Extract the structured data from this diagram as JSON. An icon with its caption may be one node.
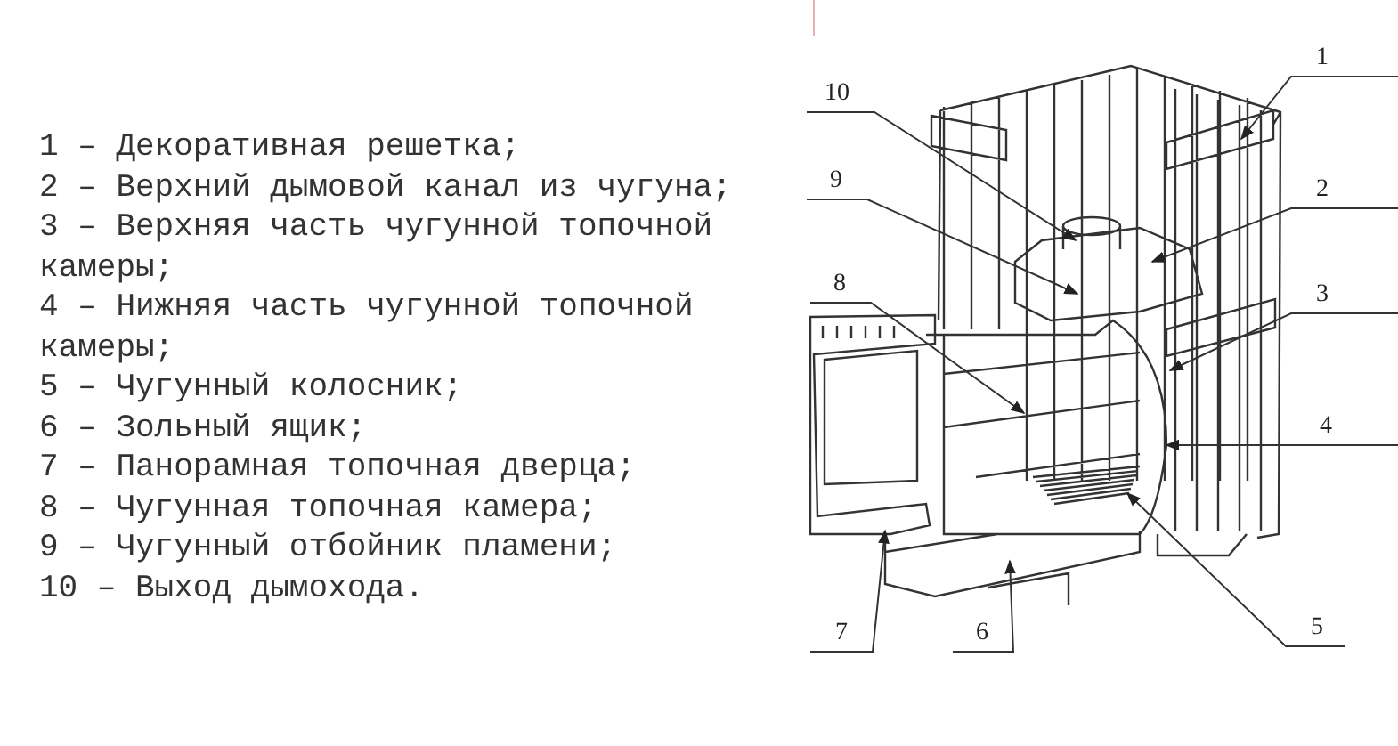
{
  "diagram": {
    "nodes": [
      {
        "text": [
          "1"
        ]
      },
      {
        "text": [
          "2"
        ]
      },
      {
        "text": [
          "3"
        ]
      },
      {
        "text": [
          "4"
        ]
      },
      {
        "text": [
          "5"
        ]
      },
      {
        "text": [
          "6"
        ]
      },
      {
        "text": [
          "7"
        ]
      },
      {
        "text": [
          "8"
        ]
      },
      {
        "text": [
          "9"
        ]
      },
      {
        "text": [
          "10"
        ]
      }
    ],
    "edges": [
      {
        "from": 0,
        "to": null,
        "arrow": "to"
      },
      {
        "from": 1,
        "to": null,
        "arrow": "to"
      },
      {
        "from": 2,
        "to": null,
        "arrow": "to"
      },
      {
        "from": 3,
        "to": null,
        "arrow": "to"
      },
      {
        "from": 4,
        "to": null,
        "arrow": "to"
      },
      {
        "from": 5,
        "to": null,
        "arrow": "to"
      },
      {
        "from": 6,
        "to": null,
        "arrow": "to"
      },
      {
        "from": 7,
        "to": null,
        "arrow": "to"
      },
      {
        "from": 8,
        "to": null,
        "arrow": "to"
      },
      {
        "from": 9,
        "to": null,
        "arrow": "to"
      }
    ],
    "labels": [
      "1 – Декоративная решетка;",
      "2 – Верхний дымовой канал из чугуна;",
      "3 – Верхняя часть чугунной топочной камеры;",
      "4 – Нижняя часть чугунной топочной камеры;",
      "5 – Чугунный колосник;",
      "6 – Зольный ящик;",
      "7 – Панорамная топочная дверца;",
      "8 – Чугунная топочная камера;",
      "9 – Чугунный отбойник пламени;",
      "10 – Выход дымохода."
    ]
  }
}
